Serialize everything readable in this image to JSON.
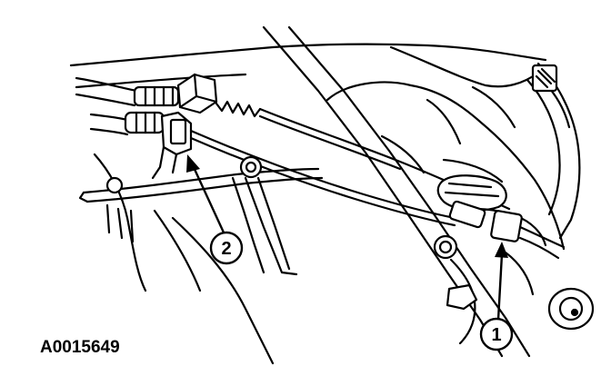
{
  "figure": {
    "code": "A0015649",
    "callouts": [
      {
        "label": "1"
      },
      {
        "label": "2"
      }
    ]
  },
  "colors": {
    "line": "#000000",
    "background": "#ffffff"
  }
}
